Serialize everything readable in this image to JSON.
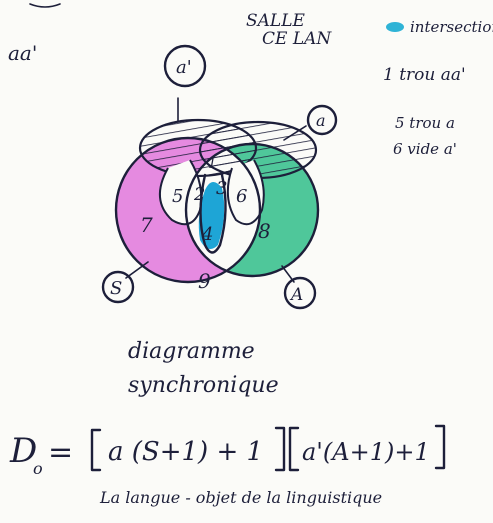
{
  "title": {
    "line1": "SALLE",
    "line2": "CE LAN"
  },
  "left_margin_note": "aa'",
  "legend": {
    "swatch_color": "#2fb3d6",
    "swatch_label": "intersection",
    "notes": [
      "1 trou aa'",
      "5 trou a",
      "6 vide a'"
    ]
  },
  "venn": {
    "region_colors": {
      "S": "#e58ae0",
      "A": "#4fc79a",
      "intersection": "#1ea5d6"
    },
    "region_numbers": [
      "1",
      "2",
      "3",
      "4",
      "5",
      "6",
      "7",
      "8",
      "9"
    ],
    "outer_labels": {
      "a_prime": "a'",
      "a": "a",
      "S": "S",
      "A": "A"
    }
  },
  "caption": {
    "line1": "diagramme",
    "line2": "synchronique"
  },
  "formula": {
    "lhs": "D",
    "lhs_sub": "o",
    "equals": "=",
    "bracket1": "a (S+1) + 1",
    "bracket2": "a'(A+1)+1"
  },
  "footer_note": "La langue - objet de la linguistique"
}
